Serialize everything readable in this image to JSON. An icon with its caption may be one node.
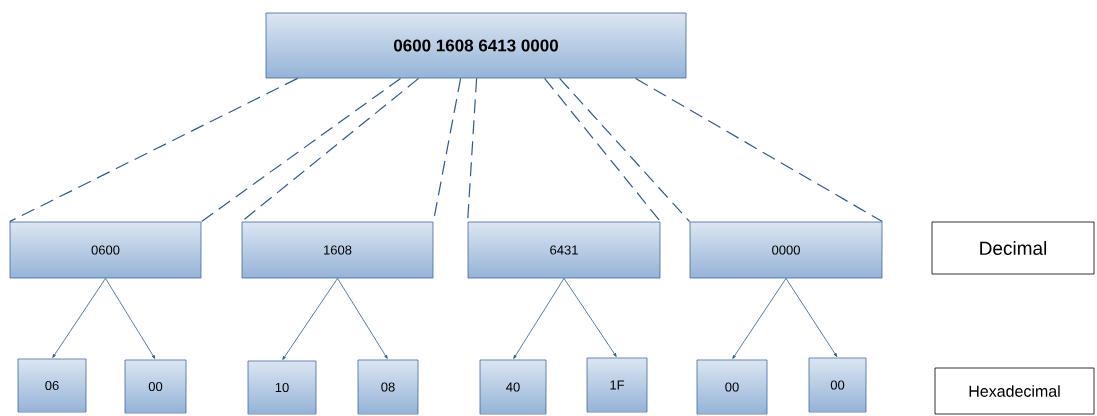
{
  "diagram": {
    "nodes": [
      {
        "text": [
          "0600 1608  6413 0000"
        ]
      },
      {
        "text": [
          "0600"
        ]
      },
      {
        "text": [
          "1608"
        ]
      },
      {
        "text": [
          "6431"
        ]
      },
      {
        "text": [
          "0000"
        ]
      },
      {
        "text": [
          "06"
        ]
      },
      {
        "text": [
          "00"
        ]
      },
      {
        "text": [
          "10"
        ]
      },
      {
        "text": [
          "08"
        ]
      },
      {
        "text": [
          "40"
        ]
      },
      {
        "text": [
          "1F"
        ]
      },
      {
        "text": [
          "00"
        ]
      },
      {
        "text": [
          "00"
        ]
      },
      {
        "text": [
          "Decimal"
        ]
      },
      {
        "text": [
          "Hexadecimal"
        ]
      }
    ],
    "edges": [
      {
        "from": 0,
        "to": 1,
        "arrow": "none",
        "style": "dashed"
      },
      {
        "from": 0,
        "to": 1,
        "arrow": "none",
        "style": "dashed"
      },
      {
        "from": 0,
        "to": 2,
        "arrow": "none",
        "style": "dashed"
      },
      {
        "from": 0,
        "to": 2,
        "arrow": "none",
        "style": "dashed"
      },
      {
        "from": 0,
        "to": 3,
        "arrow": "none",
        "style": "dashed"
      },
      {
        "from": 0,
        "to": 3,
        "arrow": "none",
        "style": "dashed"
      },
      {
        "from": 0,
        "to": 4,
        "arrow": "none",
        "style": "dashed"
      },
      {
        "from": 0,
        "to": 4,
        "arrow": "none",
        "style": "dashed"
      },
      {
        "from": 1,
        "to": 5,
        "arrow": "to"
      },
      {
        "from": 1,
        "to": 6,
        "arrow": "to"
      },
      {
        "from": 2,
        "to": 7,
        "arrow": "to"
      },
      {
        "from": 2,
        "to": 8,
        "arrow": "to"
      },
      {
        "from": 3,
        "to": 9,
        "arrow": "to"
      },
      {
        "from": 3,
        "to": 10,
        "arrow": "to"
      },
      {
        "from": 4,
        "to": 11,
        "arrow": "to"
      },
      {
        "from": 4,
        "to": 12,
        "arrow": "to"
      }
    ]
  }
}
